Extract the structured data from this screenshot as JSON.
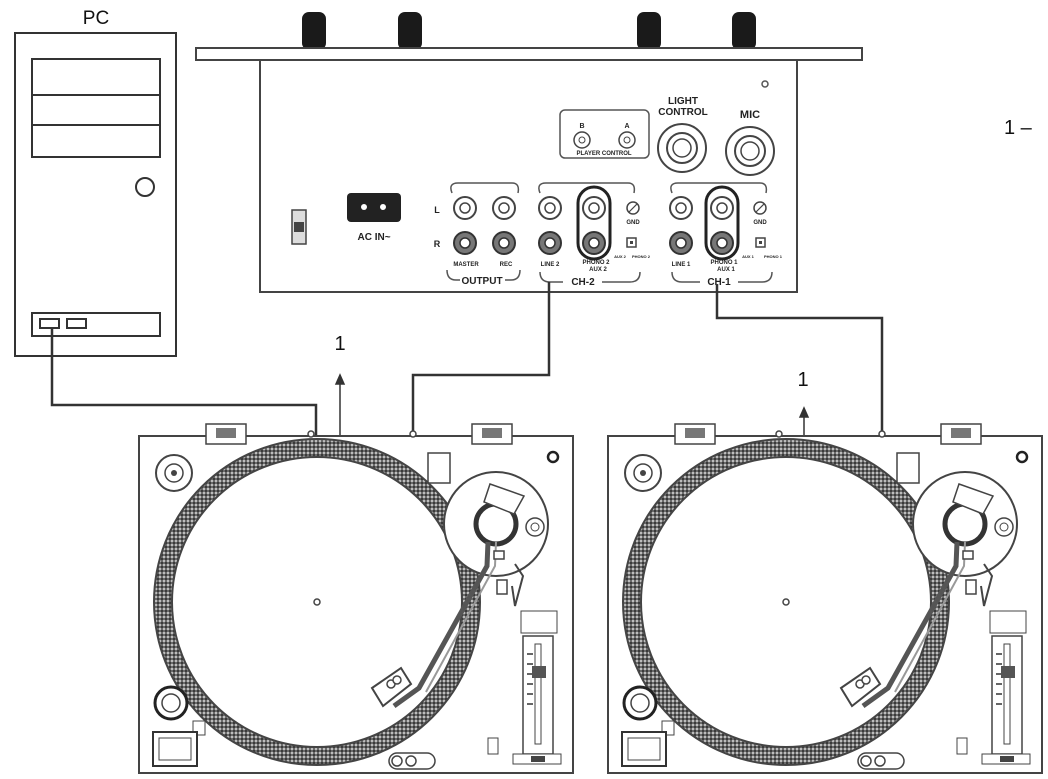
{
  "pc": {
    "label": "PC"
  },
  "mixer": {
    "light_control": "LIGHT CONTROL",
    "mic": "MIC",
    "player_control": "PLAYER CONTROL",
    "player_b": "B",
    "player_a": "A",
    "ac_in": "AC IN~",
    "l": "L",
    "r": "R",
    "master": "MASTER",
    "rec": "REC",
    "output": "OUTPUT",
    "line2": "LINE 2",
    "phono2": "PHONO 2",
    "aux2": "AUX 2",
    "ch2": "CH-2",
    "gnd2": "GND",
    "aux2_sw": "AUX 2",
    "phono2_sw": "PHONO 2",
    "line1": "LINE 1",
    "phono1": "PHONO 1",
    "aux1": "AUX 1",
    "ch1": "CH-1",
    "gnd1": "GND",
    "aux1_sw": "AUX 1",
    "phono1_sw": "PHONO 1"
  },
  "callouts": {
    "left": "1",
    "right": "1",
    "legend": "1 –"
  }
}
